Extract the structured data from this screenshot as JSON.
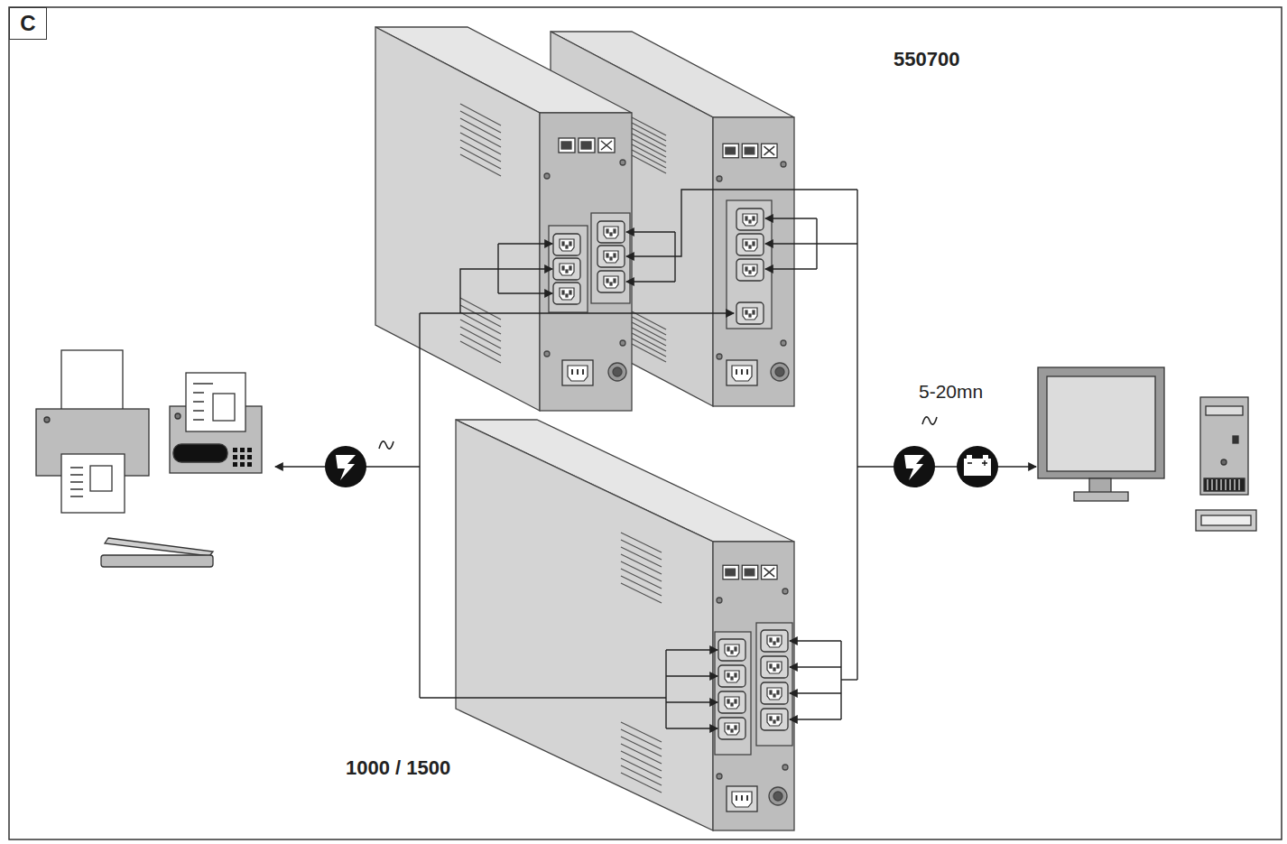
{
  "diagram": {
    "nodes": [
      {
        "text": [
          "C"
        ]
      }
    ],
    "labels": [
      "550700",
      "5-20mn",
      "1000 / 1500"
    ]
  }
}
